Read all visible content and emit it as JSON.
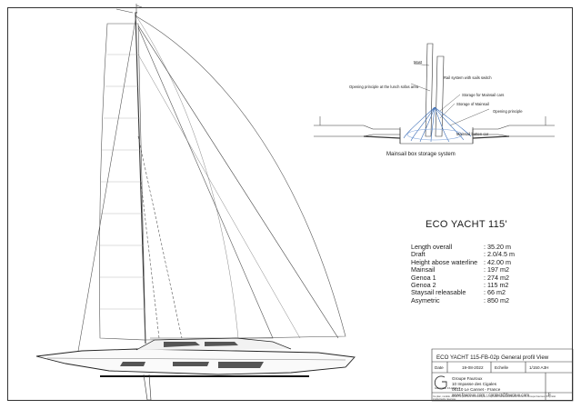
{
  "detail": {
    "labels": {
      "mast": "Mast",
      "rail_system": "Rail system with sails switch",
      "opening_lunch": "Opening principle at the lunch sofas area",
      "storage_mainsail_cars": "Storage for Mainsail cars",
      "storage_mainsail": "Storage of Mainsail",
      "opening_principle": "Opening principle",
      "batten_car": "Mainsail batten car"
    },
    "caption": "Mainsail box storage  system"
  },
  "yacht": {
    "title": "ECO YACHT 115'",
    "specs": [
      {
        "label": "Length overall",
        "value": ": 35.20 m"
      },
      {
        "label": "Draft",
        "value": ": 2.0/4.5 m"
      },
      {
        "label": "Height abose waterline",
        "value": ": 42.00 m"
      },
      {
        "label": "Mainsail",
        "value": ": 197 m2"
      },
      {
        "label": "Genoa  1",
        "value": ": 274 m2"
      },
      {
        "label": "Genoa  2",
        "value": ": 115 m2"
      },
      {
        "label": "Staysail releasable",
        "value": ": 66 m2"
      },
      {
        "label": "Asymetric",
        "value": ": 850 m2"
      }
    ]
  },
  "title_block": {
    "drawing_title": "ECO YACHT 115-FB-02p  General profil View",
    "date_label": "Date",
    "date_value": "19-08-2022",
    "scale_label": "Echelle",
    "scale_value": "1/150 A3H",
    "company": "Groupe Fauroux",
    "address1": "10 Impasse des Cigales",
    "address2": "06110 Le Cannet - France",
    "contact": "www.fauroux.com - contact@fauroux.com",
    "logo_text": "GROUPE FAUROUX",
    "notes": "Ce plan, modèle, dessin ne peut être communiqué ou reproduit sans autorisation écrite du Groupe Fauroux. Propriété intellectuelle réservée.",
    "sheet_letter": "F"
  }
}
